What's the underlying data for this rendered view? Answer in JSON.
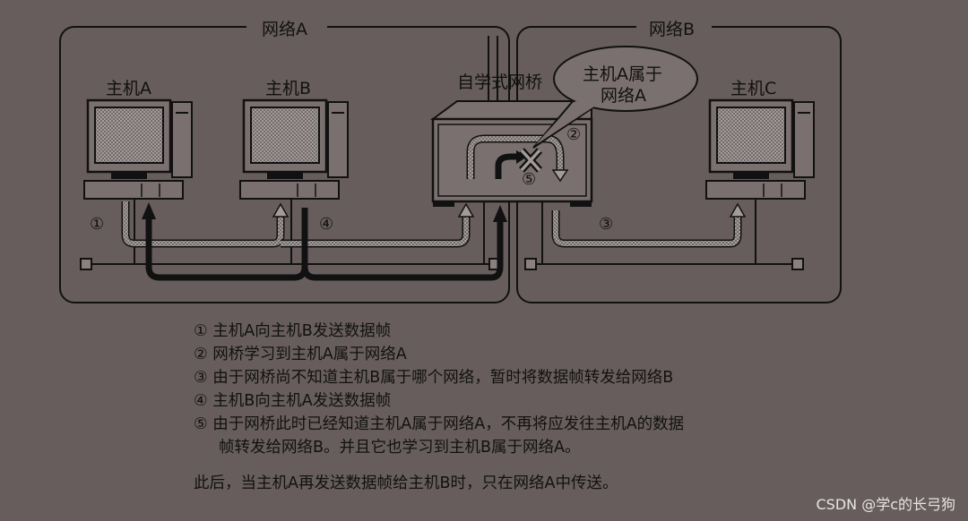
{
  "networks": {
    "a": "网络A",
    "b": "网络B"
  },
  "hosts": {
    "a": "主机A",
    "b": "主机B",
    "c": "主机C"
  },
  "bridge": {
    "label": "自学式网桥",
    "bubble_line1": "主机A属于",
    "bubble_line2": "网络A"
  },
  "markers": {
    "m1": "①",
    "m2": "②",
    "m3": "③",
    "m4": "④",
    "m5": "⑤"
  },
  "steps": [
    "① 主机A向主机B发送数据帧",
    "② 网桥学习到主机A属于网络A",
    "③ 由于网桥尚不知道主机B属于哪个网络，暂时将数据帧转发给网络B",
    "④ 主机B向主机A发送数据帧",
    "⑤ 由于网桥此时已经知道主机A属于网络A，不再将应发往主机A的数据",
    "帧转发给网络B。并且它也学习到主机B属于网络A。"
  ],
  "conclusion": "此后，当主机A再发送数据帧给主机B时，只在网络A中传送。",
  "watermark": "CSDN @学c的长弓狗",
  "colors": {
    "background": "#675d5c",
    "ink": "#111111",
    "gray_arrow": "#9a9292"
  }
}
